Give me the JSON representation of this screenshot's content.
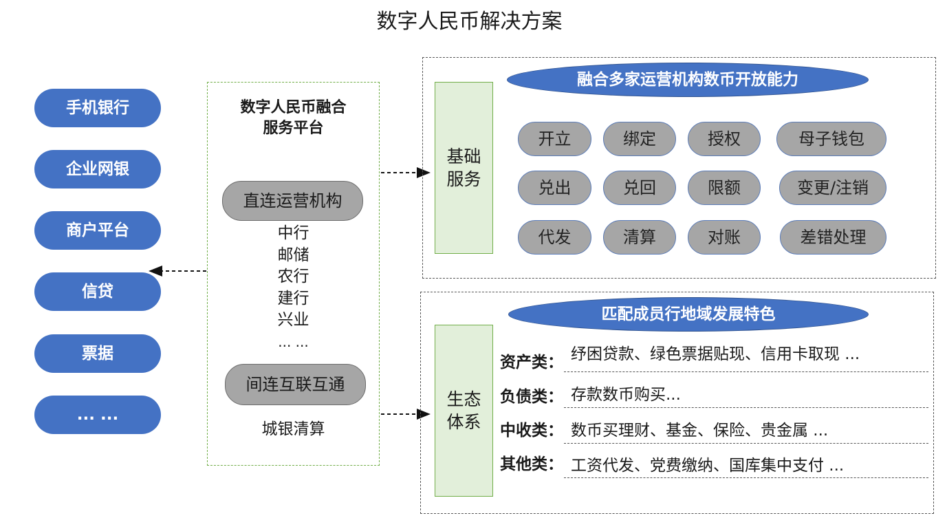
{
  "title": "数字人民币解决方案",
  "channels": [
    "手机银行",
    "企业网银",
    "商户平台",
    "信贷",
    "票据",
    "... ..."
  ],
  "platform": {
    "title_line1": "数字人民币融合",
    "title_line2": "服务平台",
    "direct_label": "直连运营机构",
    "direct_banks": [
      "中行",
      "邮储",
      "农行",
      "建行",
      "兴业",
      "... ..."
    ],
    "indirect_label": "间连互联互通",
    "indirect_banks": [
      "城银清算"
    ]
  },
  "basic": {
    "side_label_line1": "基础",
    "side_label_line2": "服务",
    "header": "融合多家运营机构数币开放能力",
    "capabilities": [
      "开立",
      "绑定",
      "授权",
      "母子钱包",
      "兑出",
      "兑回",
      "限额",
      "变更/注销",
      "代发",
      "清算",
      "对账",
      "差错处理"
    ]
  },
  "ecosystem": {
    "side_label_line1": "生态",
    "side_label_line2": "体系",
    "header": "匹配成员行地域发展特色",
    "categories": [
      {
        "label": "资产类：",
        "text": "纾困贷款、绿色票据贴现、信用卡取现 ..."
      },
      {
        "label": "负债类：",
        "text": "存款数币购买..."
      },
      {
        "label": "中收类：",
        "text": "数币买理财、基金、保险、贵金属 ..."
      },
      {
        "label": "其他类：",
        "text": "工资代发、党费缴纳、国库集中支付 ..."
      }
    ]
  }
}
